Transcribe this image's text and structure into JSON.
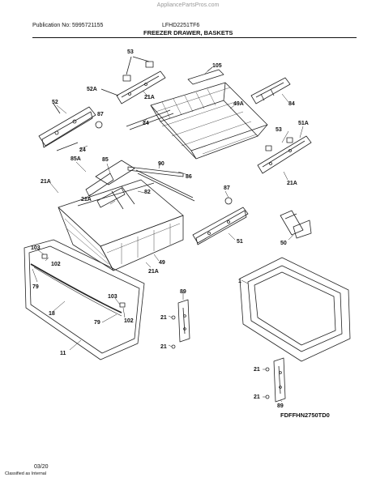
{
  "header": {
    "watermark": "AppliancePartsPros.com",
    "publication": "Publication No: 5995721155",
    "model": "LFHD2251TF6",
    "section_title": "FREEZER DRAWER, BASKETS"
  },
  "callouts": {
    "p53a": "53",
    "p105": "105",
    "p52a": "52A",
    "p21a1": "21A",
    "p49a": "49A",
    "p84": "84",
    "p52": "52",
    "p87a": "87",
    "p24a": "24",
    "p24b": "24",
    "p53b": "53",
    "p51a": "51A",
    "p85a": "85A",
    "p85": "85",
    "p90": "90",
    "p86": "86",
    "p21a2": "21A",
    "p21a3": "21A",
    "p82": "82",
    "p21a4": "21A",
    "p87b": "87",
    "p50": "50",
    "p51": "51",
    "p49": "49",
    "p21a5": "21A",
    "p103a": "103",
    "p102a": "102",
    "p79a": "79",
    "p1": "1",
    "p89a": "89",
    "p18": "18",
    "p103b": "103",
    "p79b": "79",
    "p102b": "102",
    "p21a": "21",
    "p21b": "21",
    "p11": "11",
    "p21c": "21",
    "p21d": "21",
    "p89b": "89"
  },
  "footer": {
    "diagram_code": "FDFFHN2750TD0",
    "date": "03/20",
    "classification": "Classified as Internal"
  }
}
